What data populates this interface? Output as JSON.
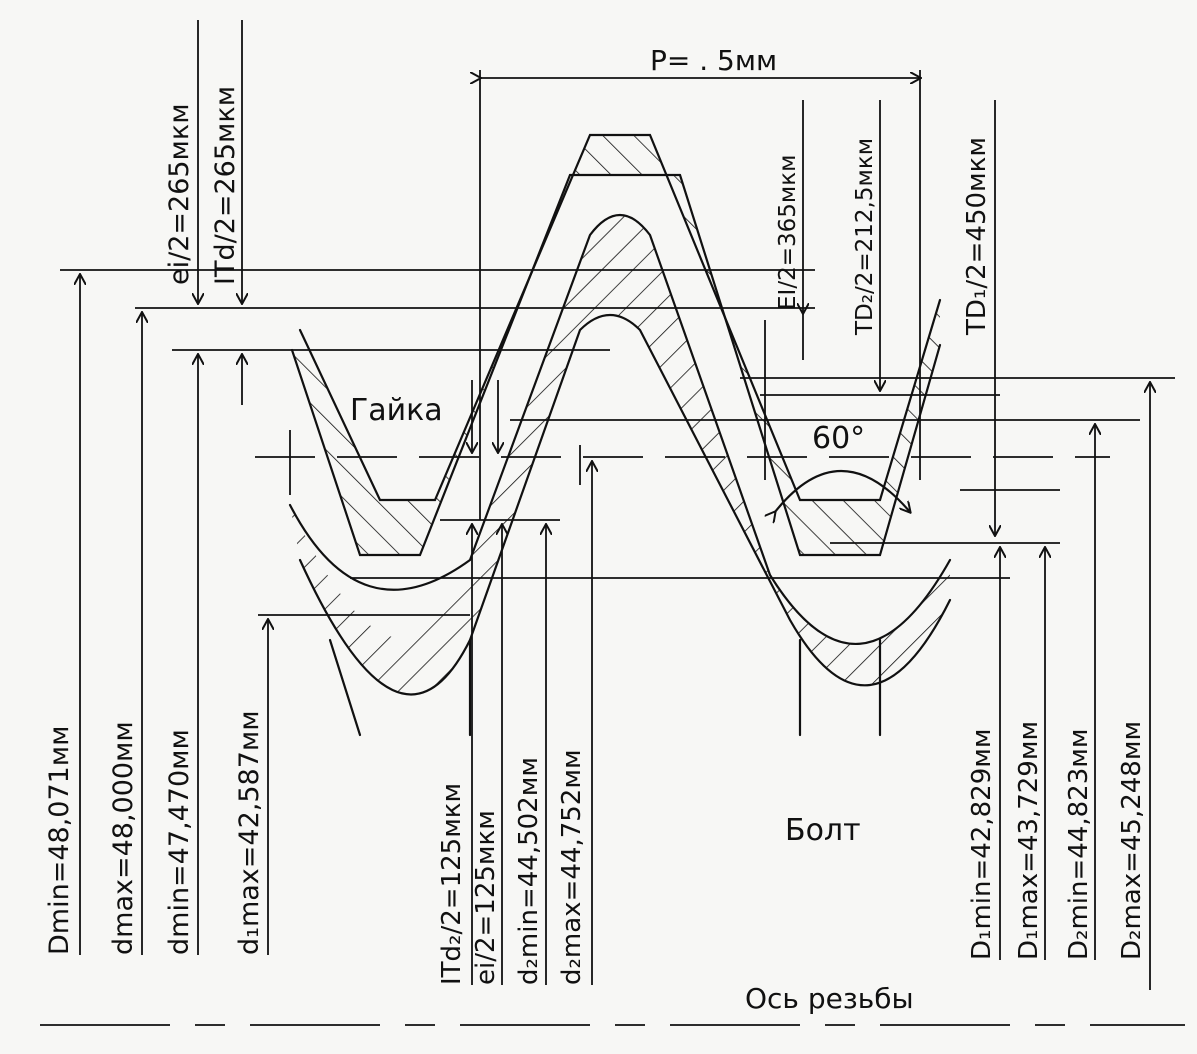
{
  "labels": {
    "pitch": "P= . 5мм",
    "nut": "Гайка",
    "bolt": "Болт",
    "axis": "Ось резьбы",
    "angle": "60°"
  },
  "left_dims": {
    "dmin_nut": "Dmin=48,071мм",
    "dmax": "dmax=48,000мм",
    "dmin": "dmin=47,470мм",
    "d1max": "d₁max=42,587мм"
  },
  "top_left": {
    "ei_half": "ei/2=265мкм",
    "itd_half": "ITd/2=265мкм"
  },
  "mid_dims": {
    "itd2_half": "ITd₂/2=125мкм",
    "ei_half2": "ei/2=125мкм",
    "d2min": "d₂min=44,502мм",
    "d2max": "d₂max=44,752мм"
  },
  "top_right": {
    "EI_half": "EI/2=365мкм",
    "TD2_half": "TD₂/2=212,5мкм",
    "TD1_half": "TD₁/2=450мкм"
  },
  "right_dims": {
    "D1min": "D₁min=42,829мм",
    "D1max": "D₁max=43,729мм",
    "D2min": "D₂min=44,823мм",
    "D2max": "D₂max=45,248мм"
  }
}
